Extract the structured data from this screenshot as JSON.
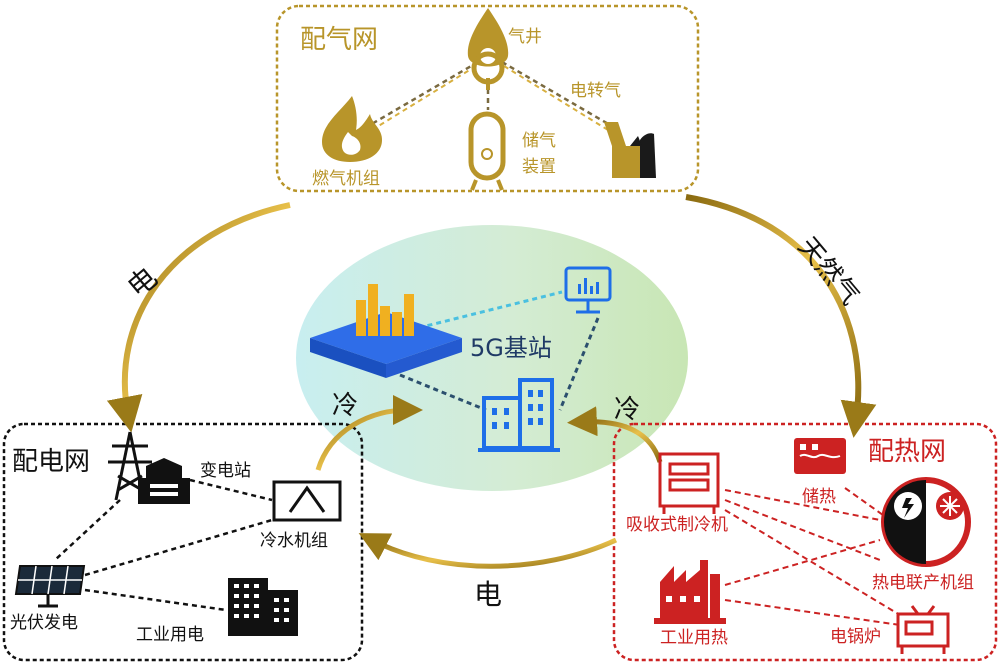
{
  "gas_network": {
    "title": "配气网",
    "gas_well": "气井",
    "power_to_gas": "电转气",
    "gas_storage_1": "储气",
    "gas_storage_2": "装置",
    "gas_turbine": "燃气机组"
  },
  "power_network": {
    "title": "配电网",
    "substation": "变电站",
    "water_chiller": "冷水机组",
    "pv": "光伏发电",
    "industrial_power": "工业用电"
  },
  "heat_network": {
    "title": "配热网",
    "absorption_chiller": "吸收式制冷机",
    "heat_storage": "储热",
    "chp": "热电联产机组",
    "industrial_heat": "工业用热",
    "electric_boiler": "电锅炉"
  },
  "center": {
    "label": "5G基站"
  },
  "flows": {
    "electricity_left": "电",
    "natural_gas": "天然气",
    "cold_left": "冷",
    "cold_right": "冷",
    "electricity_bottom": "电"
  },
  "colors": {
    "gas": "#b8952a",
    "power": "#111111",
    "heat": "#cc2222",
    "center_blue": "#1e6ee8",
    "arrow_fill": "#c5a020"
  }
}
